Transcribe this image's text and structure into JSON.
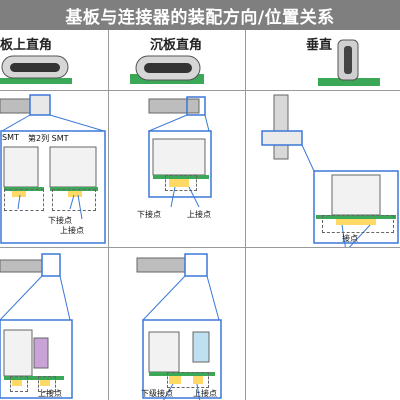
{
  "title": "基板与连接器的装配方向/位置关系",
  "columns": [
    {
      "label": "板上直角"
    },
    {
      "label": "沉板直角"
    },
    {
      "label": "垂直"
    }
  ],
  "labels": {
    "col1_smt1": "SMT",
    "col1_smt2": "第2列 SMT",
    "lower_contact": "下接点",
    "upper_contact": "上接点",
    "lower_level_contact": "下级接点",
    "contact": "接点"
  },
  "colors": {
    "title_bg": "#7f7f7f",
    "accent_blue": "#3b78d8",
    "pcb_green": "#3aa856",
    "connector_silver": "#c8c8c8"
  }
}
